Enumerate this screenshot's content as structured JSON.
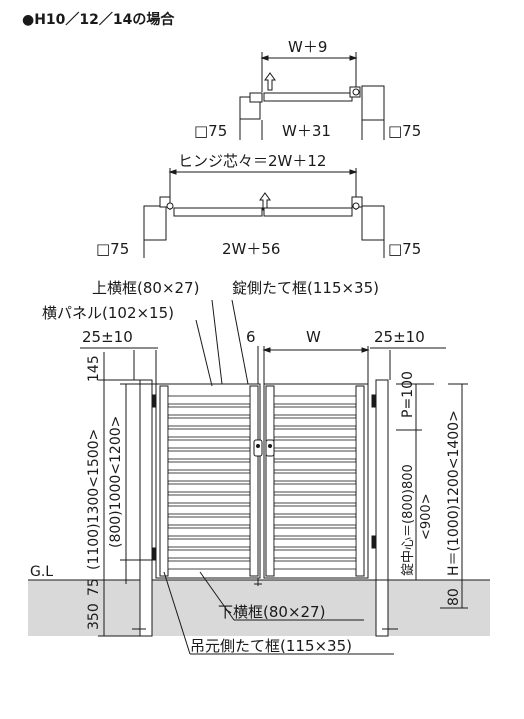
{
  "header": {
    "title": "●H10／12／14の場合"
  },
  "top_view_single": {
    "width_top": "W＋9",
    "width_bottom": "W＋31",
    "post_left": "□75",
    "post_right": "□75"
  },
  "top_view_double": {
    "hinge_label": "ヒンジ芯々＝2W＋12",
    "width_bottom": "2W＋56",
    "post_left": "□75",
    "post_right": "□75"
  },
  "front_view": {
    "upper_frame": "上横框(80×27)",
    "lock_frame": "錠側たて框(115×35)",
    "panel": "横パネル(102×15)",
    "post_gap_left": "25±10",
    "gap_center": "6",
    "width": "W",
    "post_gap_right": "25±10",
    "dim_145": "145",
    "dim_75": "75",
    "dim_350": "350",
    "dim_p100": "P=100",
    "dim_80": "80",
    "left_height_outer": "(1100)1300<1500>",
    "left_height_inner": "(800)1000<1200>",
    "lock_center": "錠中心＝(800)800",
    "lock_center_2": "<900>",
    "right_height": "H＝(1000)1200<1400>",
    "ground": "G.L",
    "lower_frame": "下横框(80×27)",
    "hinge_frame": "吊元側たて框(115×35)"
  }
}
